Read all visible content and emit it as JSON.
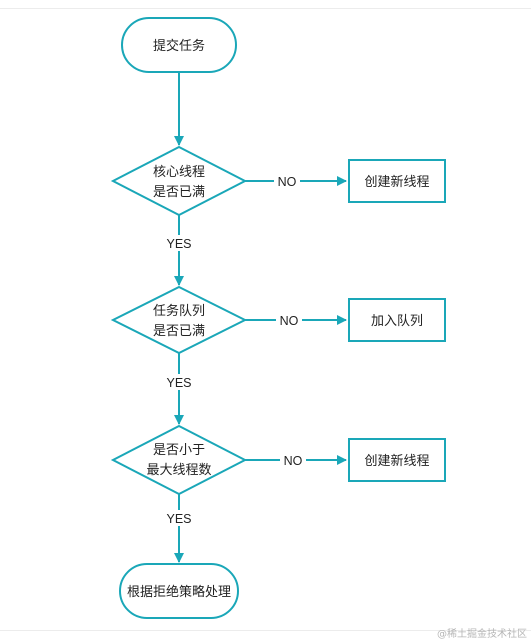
{
  "nodes": {
    "start": "提交任务",
    "decision1": [
      "核心线程",
      "是否已满"
    ],
    "decision2": [
      "任务队列",
      "是否已满"
    ],
    "decision3": [
      "是否小于",
      "最大线程数"
    ],
    "end": "根据拒绝策略处理",
    "action1": "创建新线程",
    "action2": "加入队列",
    "action3": "创建新线程"
  },
  "edges": {
    "no1": "NO",
    "no2": "NO",
    "no3": "NO",
    "yes1": "YES",
    "yes2": "YES",
    "yes3": "YES"
  },
  "colors": {
    "stroke": "#1aa7b8",
    "fill": "#ffffff",
    "text": "#222222"
  },
  "watermark": "@稀土掘金技术社区"
}
